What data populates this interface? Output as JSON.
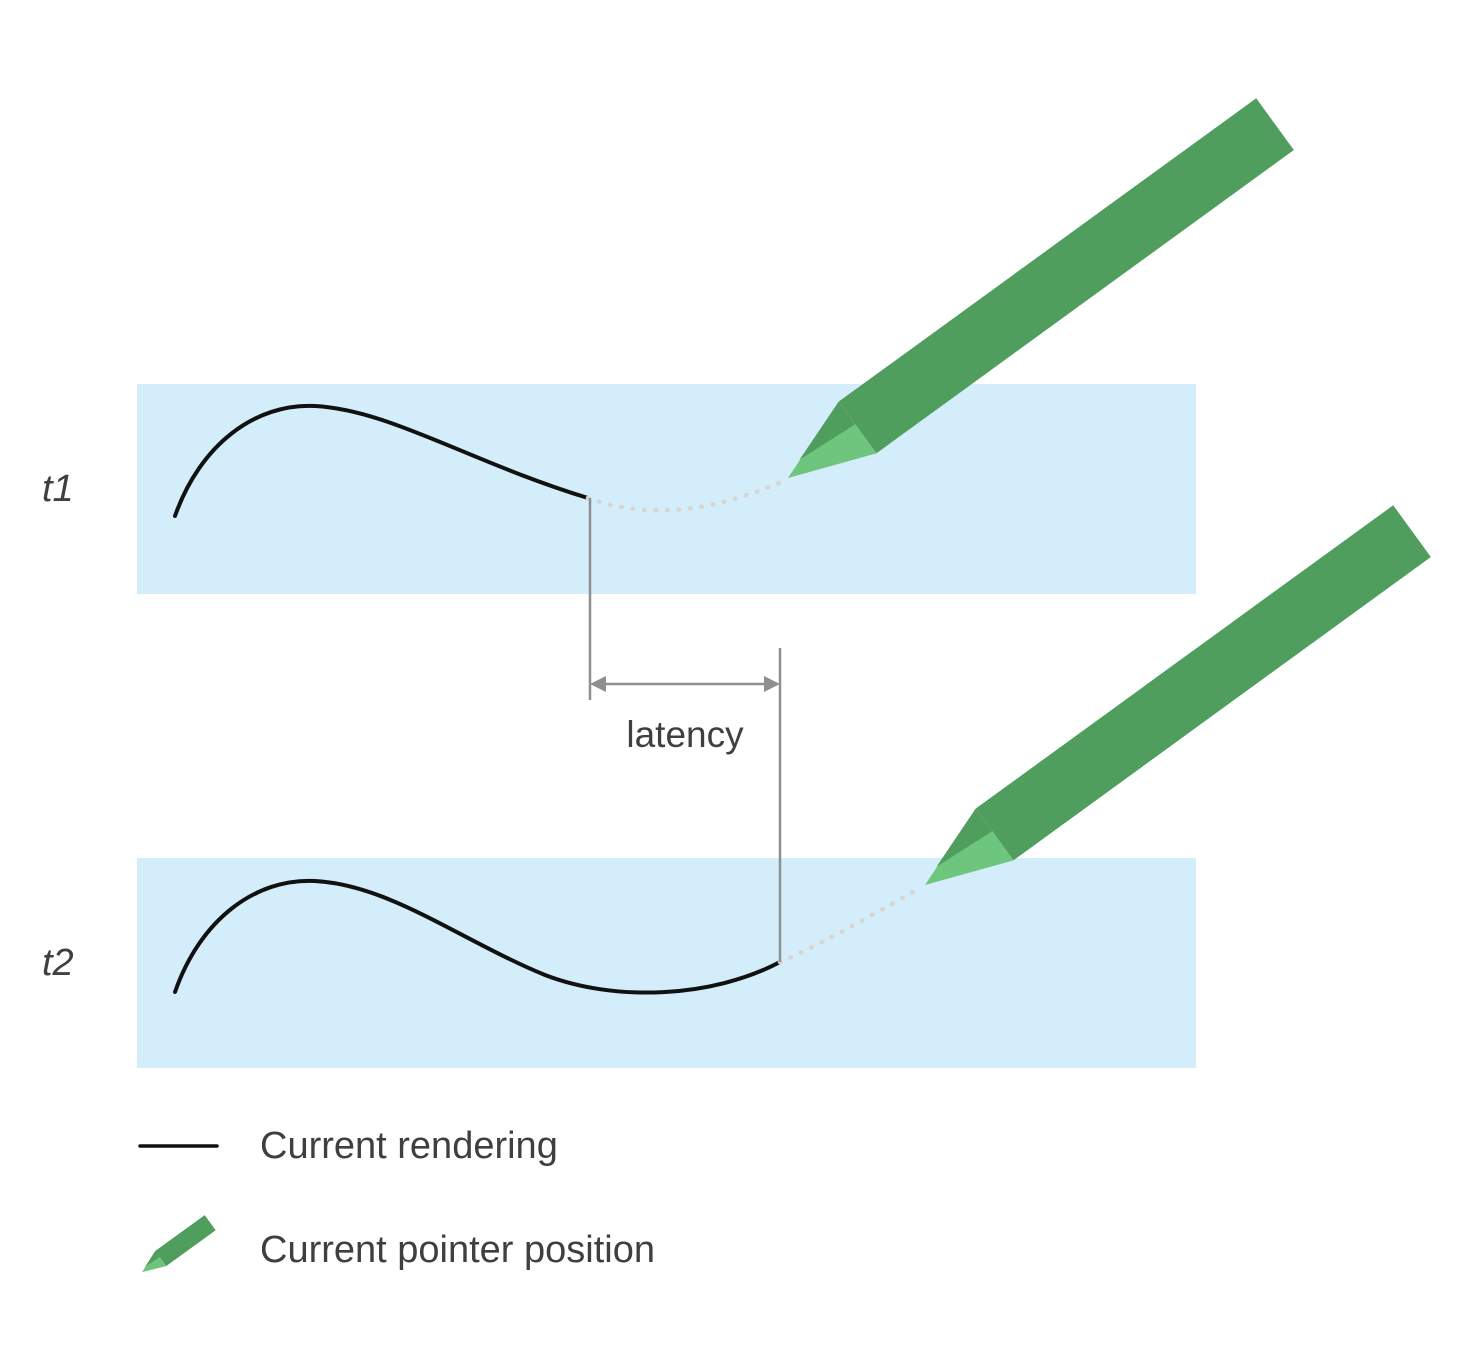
{
  "colors": {
    "band_blue": "#d3edfa",
    "pen_body_green": "#4f9e5e",
    "pen_tip_green": "#6ec57d",
    "rendered_stroke": "#111111",
    "pending_stroke": "#d9d3d1",
    "measure_gray": "#8f8f8f",
    "label_gray": "#3f3f3f"
  },
  "rows": [
    {
      "label": "t1"
    },
    {
      "label": "t2"
    }
  ],
  "measurement": {
    "label": "latency"
  },
  "legend": [
    {
      "icon": "stroke-line-icon",
      "label": "Current rendering"
    },
    {
      "icon": "pen-icon",
      "label": "Current pointer position"
    }
  ]
}
